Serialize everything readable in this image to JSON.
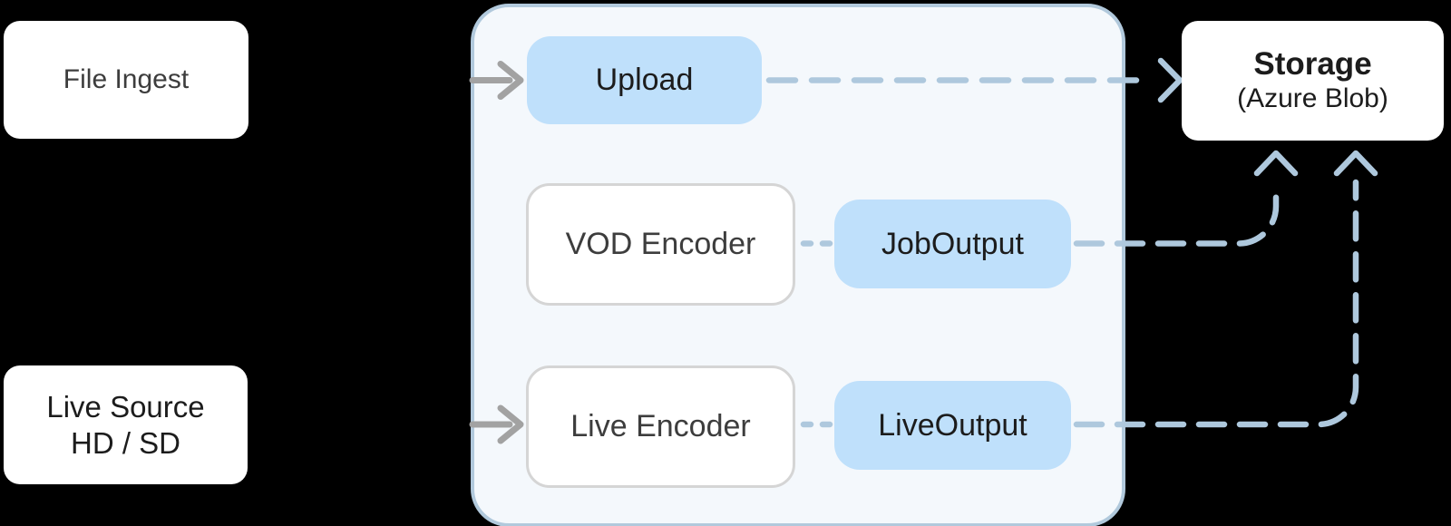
{
  "diagram": {
    "external_nodes": {
      "file_ingest": {
        "label": "File Ingest"
      },
      "live_source": {
        "label_line1": "Live Source",
        "label_line2": "HD / SD"
      },
      "storage": {
        "title": "Storage",
        "subtitle": "(Azure Blob)"
      }
    },
    "group_nodes": {
      "upload": {
        "label": "Upload"
      },
      "vod_encoder": {
        "label": "VOD Encoder"
      },
      "job_output": {
        "label": "JobOutput"
      },
      "live_encoder": {
        "label": "Live Encoder"
      },
      "live_output": {
        "label": "LiveOutput"
      }
    },
    "edges": [
      {
        "from": "file-ingest",
        "to": "upload",
        "style": "solid-gray-arrow"
      },
      {
        "from": "live-source",
        "to": "live-encoder",
        "style": "solid-gray-arrow"
      },
      {
        "from": "upload",
        "to": "storage",
        "style": "dashed-blue-arrow"
      },
      {
        "from": "vod-encoder",
        "to": "job-output",
        "style": "dashed-blue-link"
      },
      {
        "from": "job-output",
        "to": "storage",
        "style": "dashed-blue-arrow"
      },
      {
        "from": "live-encoder",
        "to": "live-output",
        "style": "dashed-blue-link"
      },
      {
        "from": "live-output",
        "to": "storage",
        "style": "dashed-blue-arrow"
      }
    ],
    "colors": {
      "background": "#000000",
      "highlight_fill": "#bfe0fb",
      "group_fill": "#f4f8fc",
      "group_border": "#b1c9dc",
      "dashed_arrow_blue": "#aec8dd",
      "solid_arrow_gray": "#a2a2a2",
      "node_fill": "#ffffff",
      "encoder_border": "#d5d5d5",
      "text_dark": "#1c1c1c",
      "text_gray": "#3d3d3d"
    }
  }
}
